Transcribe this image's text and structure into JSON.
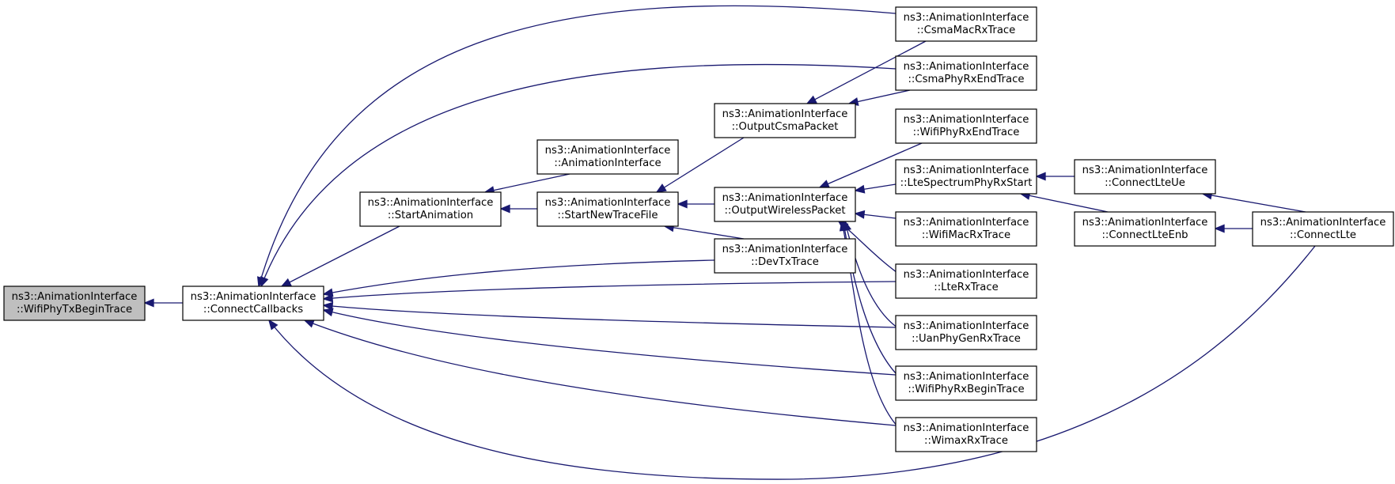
{
  "colors": {
    "edge": "#191970",
    "node_fill": "#ffffff",
    "focus_fill": "#bfbfbf",
    "border": "#000000"
  },
  "nodes": [
    {
      "id": "wifiphytxbegin",
      "line1": "ns3::AnimationInterface",
      "line2": "::WifiPhyTxBeginTrace",
      "focus": true
    },
    {
      "id": "connectcallbacks",
      "line1": "ns3::AnimationInterface",
      "line2": "::ConnectCallbacks"
    },
    {
      "id": "startanimation",
      "line1": "ns3::AnimationInterface",
      "line2": "::StartAnimation"
    },
    {
      "id": "animationinterface",
      "line1": "ns3::AnimationInterface",
      "line2": "::AnimationInterface"
    },
    {
      "id": "startnewtracefile",
      "line1": "ns3::AnimationInterface",
      "line2": "::StartNewTraceFile"
    },
    {
      "id": "outputcsmapacket",
      "line1": "ns3::AnimationInterface",
      "line2": "::OutputCsmaPacket"
    },
    {
      "id": "outputwirelesspacket",
      "line1": "ns3::AnimationInterface",
      "line2": "::OutputWirelessPacket"
    },
    {
      "id": "devtxtrace",
      "line1": "ns3::AnimationInterface",
      "line2": "::DevTxTrace"
    },
    {
      "id": "csmamacrxtrace",
      "line1": "ns3::AnimationInterface",
      "line2": "::CsmaMacRxTrace"
    },
    {
      "id": "csmaphyrxendtrace",
      "line1": "ns3::AnimationInterface",
      "line2": "::CsmaPhyRxEndTrace"
    },
    {
      "id": "wifiphyrxendtrace",
      "line1": "ns3::AnimationInterface",
      "line2": "::WifiPhyRxEndTrace"
    },
    {
      "id": "ltespectrumphyrxstart",
      "line1": "ns3::AnimationInterface",
      "line2": "::LteSpectrumPhyRxStart"
    },
    {
      "id": "wifimacrxtrace",
      "line1": "ns3::AnimationInterface",
      "line2": "::WifiMacRxTrace"
    },
    {
      "id": "lterxtrace",
      "line1": "ns3::AnimationInterface",
      "line2": "::LteRxTrace"
    },
    {
      "id": "uanphygenrxtrace",
      "line1": "ns3::AnimationInterface",
      "line2": "::UanPhyGenRxTrace"
    },
    {
      "id": "wifiphyrxbegintrace",
      "line1": "ns3::AnimationInterface",
      "line2": "::WifiPhyRxBeginTrace"
    },
    {
      "id": "wimaxrxtrace",
      "line1": "ns3::AnimationInterface",
      "line2": "::WimaxRxTrace"
    },
    {
      "id": "connectlteue",
      "line1": "ns3::AnimationInterface",
      "line2": "::ConnectLteUe"
    },
    {
      "id": "connectlteenb",
      "line1": "ns3::AnimationInterface",
      "line2": "::ConnectLteEnb"
    },
    {
      "id": "connectlte",
      "line1": "ns3::AnimationInterface",
      "line2": "::ConnectLte"
    }
  ],
  "edges": [
    {
      "from": "connectcallbacks",
      "to": "wifiphytxbegin"
    },
    {
      "from": "startanimation",
      "to": "connectcallbacks"
    },
    {
      "from": "csmamacrxtrace",
      "to": "connectcallbacks"
    },
    {
      "from": "csmaphyrxendtrace",
      "to": "connectcallbacks"
    },
    {
      "from": "devtxtrace",
      "to": "connectcallbacks"
    },
    {
      "from": "lterxtrace",
      "to": "connectcallbacks"
    },
    {
      "from": "uanphygenrxtrace",
      "to": "connectcallbacks"
    },
    {
      "from": "wifiphyrxbegintrace",
      "to": "connectcallbacks"
    },
    {
      "from": "wimaxrxtrace",
      "to": "connectcallbacks"
    },
    {
      "from": "connectlte",
      "to": "connectcallbacks"
    },
    {
      "from": "animationinterface",
      "to": "startanimation"
    },
    {
      "from": "startnewtracefile",
      "to": "startanimation"
    },
    {
      "from": "outputcsmapacket",
      "to": "startnewtracefile"
    },
    {
      "from": "outputwirelesspacket",
      "to": "startnewtracefile"
    },
    {
      "from": "devtxtrace",
      "to": "startnewtracefile"
    },
    {
      "from": "csmamacrxtrace",
      "to": "outputcsmapacket"
    },
    {
      "from": "csmaphyrxendtrace",
      "to": "outputcsmapacket"
    },
    {
      "from": "wifiphyrxendtrace",
      "to": "outputwirelesspacket"
    },
    {
      "from": "ltespectrumphyrxstart",
      "to": "outputwirelesspacket"
    },
    {
      "from": "wifimacrxtrace",
      "to": "outputwirelesspacket"
    },
    {
      "from": "lterxtrace",
      "to": "outputwirelesspacket"
    },
    {
      "from": "uanphygenrxtrace",
      "to": "outputwirelesspacket"
    },
    {
      "from": "wifiphyrxbegintrace",
      "to": "outputwirelesspacket"
    },
    {
      "from": "wimaxrxtrace",
      "to": "outputwirelesspacket"
    },
    {
      "from": "connectlteue",
      "to": "ltespectrumphyrxstart"
    },
    {
      "from": "connectlteenb",
      "to": "ltespectrumphyrxstart"
    },
    {
      "from": "connectlte",
      "to": "connectlteue"
    },
    {
      "from": "connectlte",
      "to": "connectlteenb"
    }
  ]
}
